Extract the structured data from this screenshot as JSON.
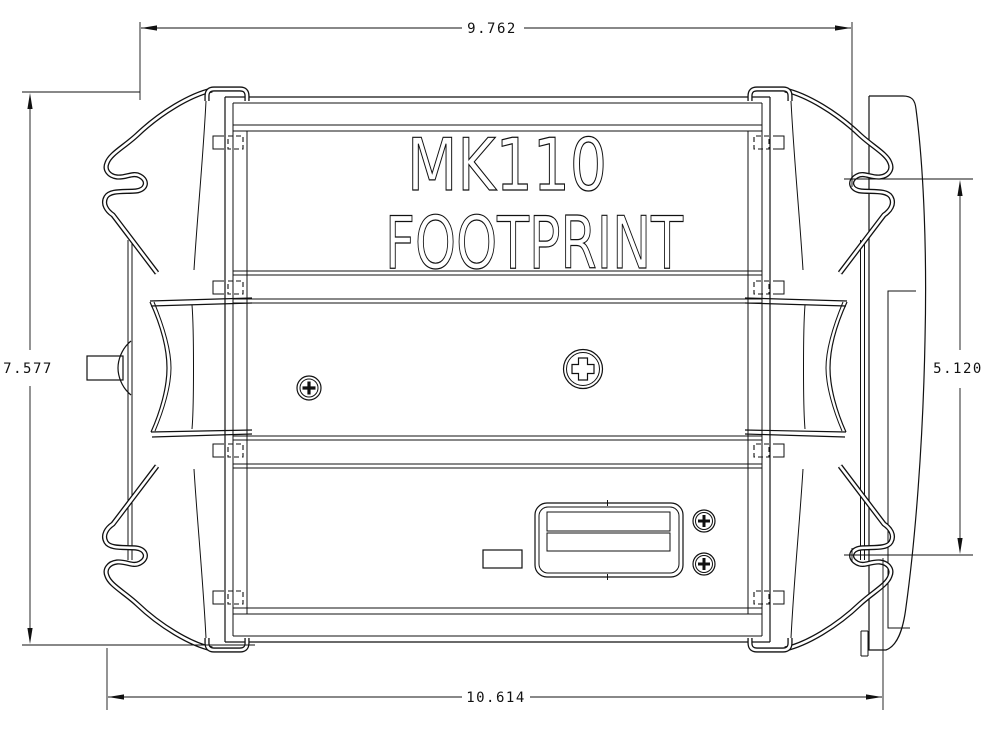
{
  "title": {
    "line1": "MK110",
    "line2": "FOOTPRINT"
  },
  "dimensions": {
    "top_width": "9.762",
    "left_height": "7.577",
    "right_height": "5.120",
    "bottom_width": "10.614"
  },
  "colors": {
    "ink": "#111111",
    "background": "#ffffff"
  }
}
